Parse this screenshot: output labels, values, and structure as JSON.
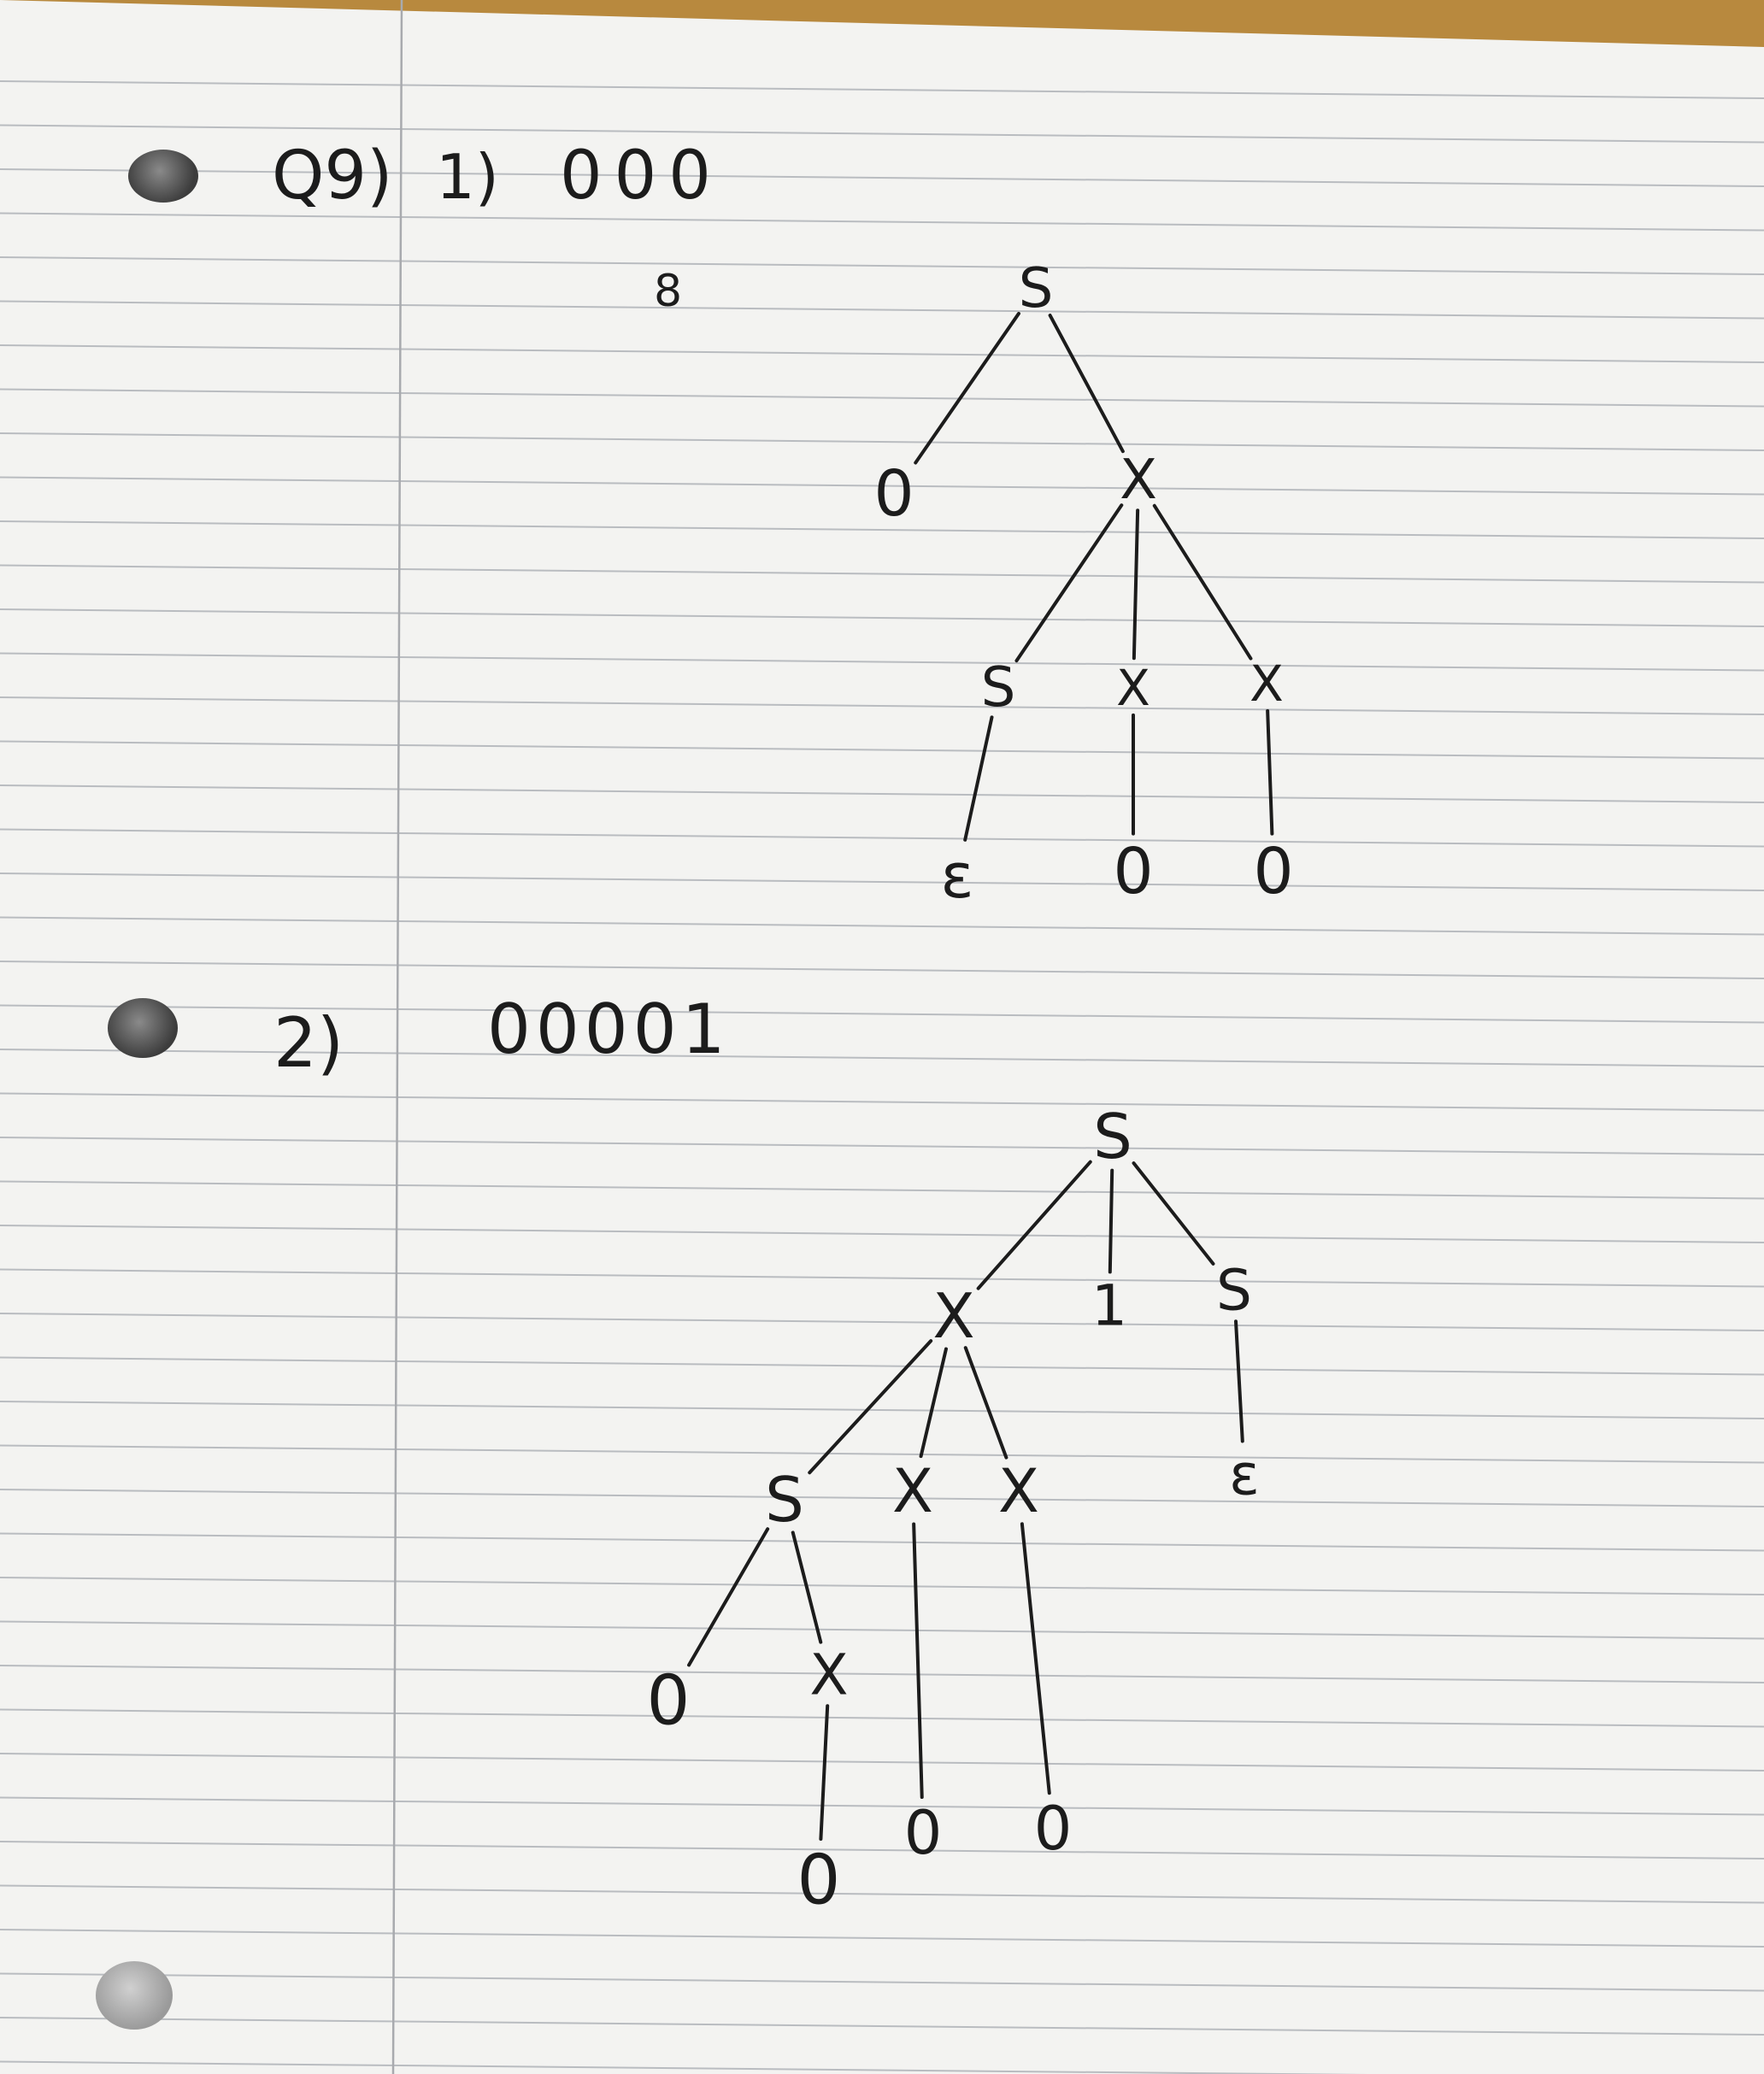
{
  "q1": {
    "heading": "Q9)",
    "part_label": "1)",
    "string": "000",
    "stray_mark": "8"
  },
  "q2": {
    "part_label": "2)",
    "string": "00001"
  },
  "tree1": {
    "nodes": [
      {
        "id": "t1-S",
        "label": "S"
      },
      {
        "id": "t1-0a",
        "label": "0"
      },
      {
        "id": "t1-X",
        "label": "X"
      },
      {
        "id": "t1-S2",
        "label": "S"
      },
      {
        "id": "t1-X2",
        "label": "X"
      },
      {
        "id": "t1-X3",
        "label": "X"
      },
      {
        "id": "t1-eps",
        "label": "ε"
      },
      {
        "id": "t1-0b",
        "label": "0"
      },
      {
        "id": "t1-0c",
        "label": "0"
      }
    ],
    "edges": [
      [
        "t1-S",
        "t1-0a"
      ],
      [
        "t1-S",
        "t1-X"
      ],
      [
        "t1-X",
        "t1-S2"
      ],
      [
        "t1-X",
        "t1-X2"
      ],
      [
        "t1-X",
        "t1-X3"
      ],
      [
        "t1-S2",
        "t1-eps"
      ],
      [
        "t1-X2",
        "t1-0b"
      ],
      [
        "t1-X3",
        "t1-0c"
      ]
    ]
  },
  "tree2": {
    "nodes": [
      {
        "id": "t2-S",
        "label": "S"
      },
      {
        "id": "t2-X",
        "label": "X"
      },
      {
        "id": "t2-1",
        "label": "1"
      },
      {
        "id": "t2-S2",
        "label": "S"
      },
      {
        "id": "t2-eps",
        "label": "ε"
      },
      {
        "id": "t2-S3",
        "label": "S"
      },
      {
        "id": "t2-X2",
        "label": "X"
      },
      {
        "id": "t2-X3",
        "label": "X"
      },
      {
        "id": "t2-0a",
        "label": "0"
      },
      {
        "id": "t2-X4",
        "label": "X"
      },
      {
        "id": "t2-0b",
        "label": "0"
      },
      {
        "id": "t2-0c",
        "label": "0"
      },
      {
        "id": "t2-0d",
        "label": "0"
      }
    ],
    "edges": [
      [
        "t2-S",
        "t2-X"
      ],
      [
        "t2-S",
        "t2-1"
      ],
      [
        "t2-S",
        "t2-S2"
      ],
      [
        "t2-S2",
        "t2-eps"
      ],
      [
        "t2-X",
        "t2-S3"
      ],
      [
        "t2-X",
        "t2-X2"
      ],
      [
        "t2-X",
        "t2-X3"
      ],
      [
        "t2-S3",
        "t2-0a"
      ],
      [
        "t2-S3",
        "t2-X4"
      ],
      [
        "t2-X4",
        "t2-0b"
      ],
      [
        "t2-X2",
        "t2-0c"
      ],
      [
        "t2-X3",
        "t2-0d"
      ]
    ]
  }
}
